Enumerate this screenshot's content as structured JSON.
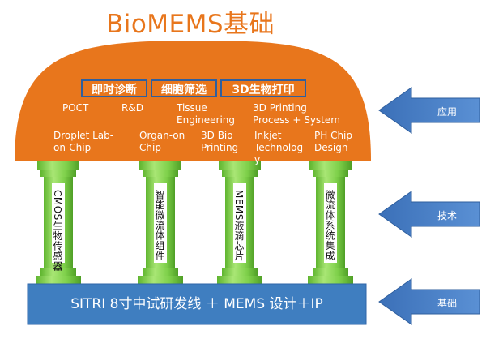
{
  "title": "BioMEMS基础",
  "applications": {
    "boxes": [
      "即时诊断",
      "细胞筛选",
      "3D生物打印"
    ],
    "labels": [
      "POCT",
      "R&D",
      "Tissue Engineering",
      "3D Printing Process + System"
    ]
  },
  "technologies": [
    {
      "dome_label": "Droplet Lab-on-Chip",
      "pillar_text": "CMOS生物传感器"
    },
    {
      "dome_label": "Organ-on Chip",
      "pillar_text": "智能微流体组件"
    },
    {
      "dome_label": "3D Bio Printing",
      "pillar_text": "MEMS液滴芯片"
    },
    {
      "dome_label": "Inkjet Technolog y",
      "pillar_text": ""
    },
    {
      "dome_label": "PH Chip Design",
      "pillar_text": "微流体系统集成"
    }
  ],
  "foundation": "SITRI 8寸中试研发线 ＋ MEMS 设计＋IP",
  "side_arrows": [
    "应用",
    "技术",
    "基础"
  ],
  "colors": {
    "orange": "#e8761c",
    "blue": "#3f7ec0",
    "green": "#7ed04a",
    "arrow": "#4a80c8",
    "title": "#e8761c"
  }
}
